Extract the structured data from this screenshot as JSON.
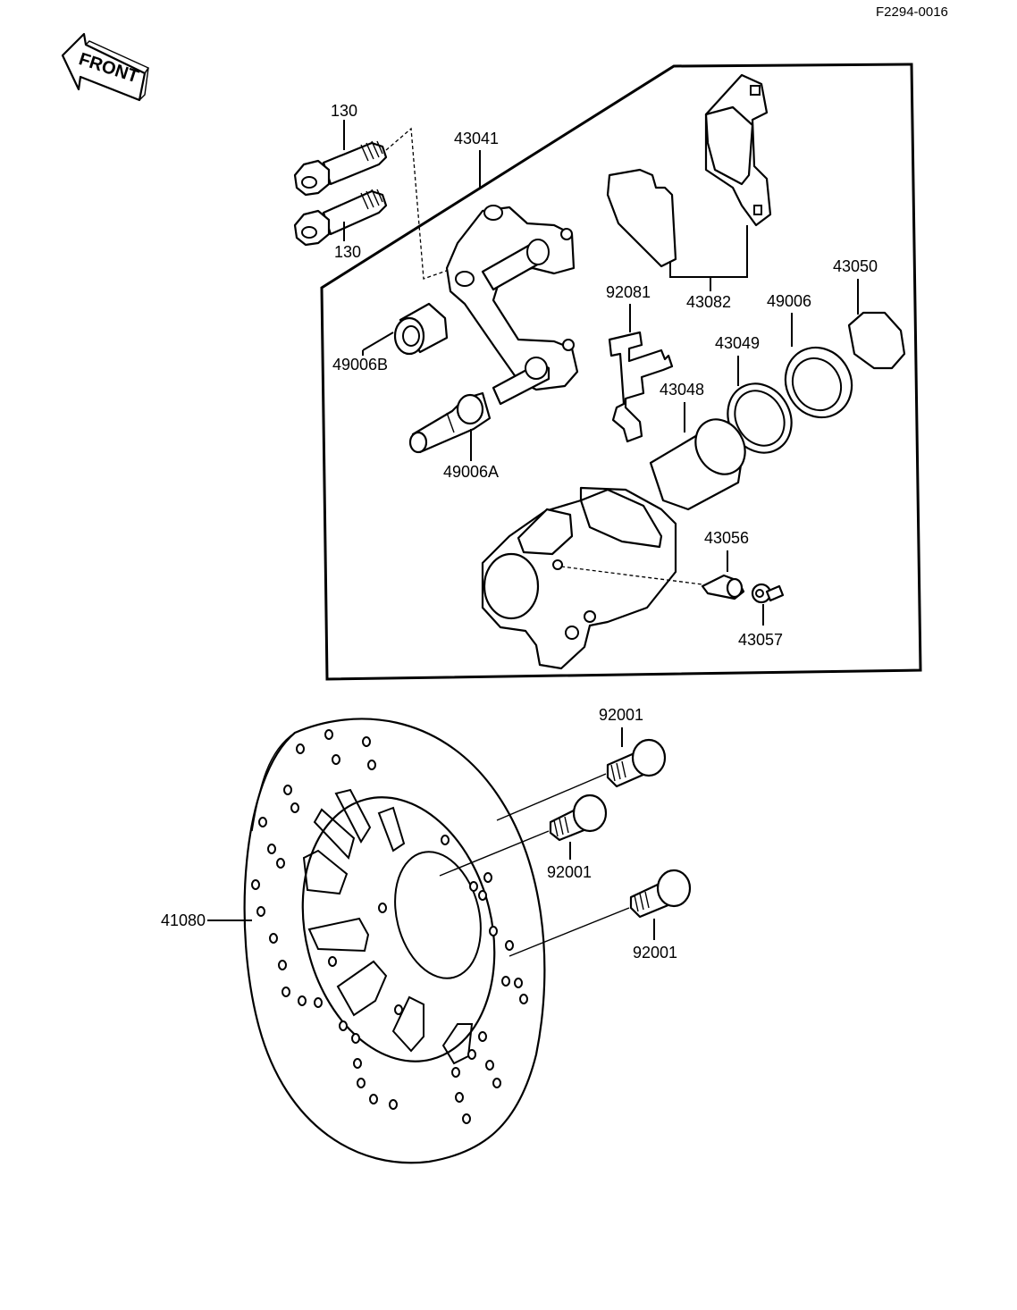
{
  "diagram_ref": "F2294-0016",
  "front_label": "FRONT",
  "callouts": {
    "bolt_130_upper": "130",
    "bolt_130_lower": "130",
    "caliper_holder": "43041",
    "pad_set": "43082",
    "pad_spring": "92081",
    "seal_49006": "49006",
    "cap_43050": "43050",
    "piston_seal": "43049",
    "piston": "43048",
    "boot_49006B": "49006B",
    "pin_49006A": "49006A",
    "bleed_valve": "43056",
    "bleed_cap": "43057",
    "bolt_92001_a": "92001",
    "bolt_92001_b": "92001",
    "bolt_92001_c": "92001",
    "disc": "41080"
  }
}
